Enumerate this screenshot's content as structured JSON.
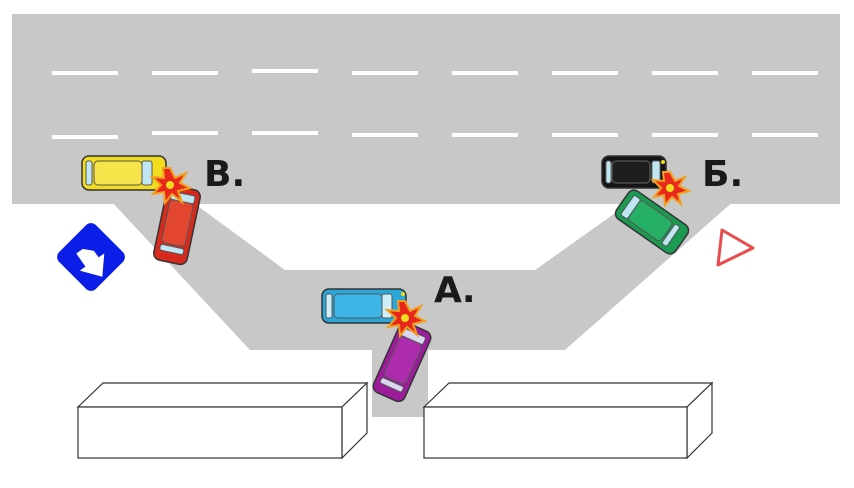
{
  "labels": {
    "a": "А.",
    "b": "Б.",
    "v": "В."
  },
  "colors": {
    "road": "#c8c8c8",
    "lane_marking": "#ffffff",
    "sign_blue": "#0a1ee8",
    "sign_red_outline": "#e84c4c",
    "car_yellow": "#f2dc1e",
    "car_red": "#d82a1c",
    "car_blue": "#2aa6d8",
    "car_purple": "#9c1c9c",
    "car_black": "#151515",
    "car_green": "#1c9a52",
    "crash": "#e8281c"
  },
  "icons": {
    "sign_left": "keep-right-sign-icon",
    "sign_right": "give-way-triangle-icon"
  }
}
